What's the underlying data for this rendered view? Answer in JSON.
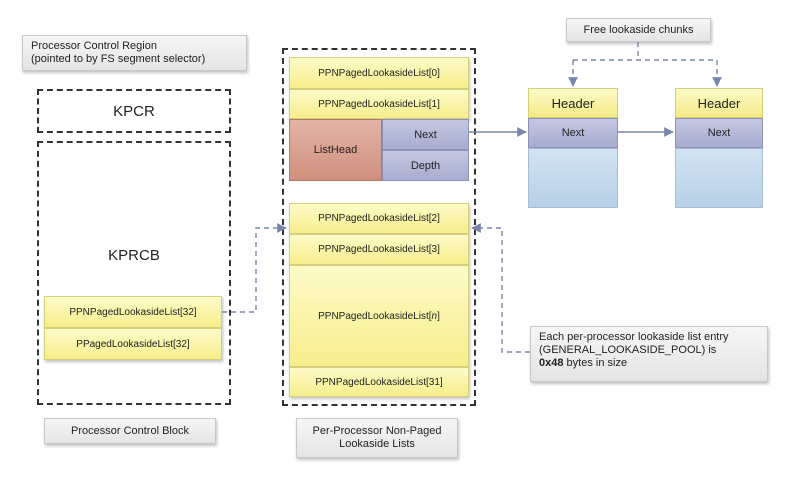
{
  "processor_control_region": {
    "line1": "Processor Control Region",
    "line2": "(pointed to by FS segment selector)"
  },
  "kpcr": {
    "label": "KPCR"
  },
  "kprcb": {
    "label": "KPRCB",
    "entries": [
      "PPNPagedLookasideList[32]",
      "PPagedLookasideList[32]"
    ]
  },
  "processor_control_block": {
    "label": "Processor Control Block"
  },
  "per_processor_lists": {
    "top_entries": [
      "PPNPagedLookasideList[0]",
      "PPNPagedLookasideList[1]"
    ],
    "list_head": {
      "label": "ListHead",
      "next": "Next",
      "depth": "Depth"
    },
    "bottom_entries": [
      "PPNPagedLookasideList[2]",
      "PPNPagedLookasideList[3]"
    ],
    "nth_entry_prefix": "PPNPagedLookasideList[",
    "nth_entry_index": "n",
    "nth_entry_suffix": "]",
    "last_entry": "PPNPagedLookasideList[31]",
    "caption_line1": "Per-Processor Non-Paged",
    "caption_line2": "Lookaside Lists"
  },
  "free_chunks": {
    "label": "Free lookaside chunks",
    "chunks": [
      {
        "header": "Header",
        "next": "Next"
      },
      {
        "header": "Header",
        "next": "Next"
      }
    ]
  },
  "note": {
    "line1": "Each per-processor lookaside list entry",
    "line2": "(GENERAL_LOOKASIDE_POOL) is",
    "size_value": "0x48",
    "size_suffix": " bytes in size"
  },
  "colors": {
    "yellow": "#f8f29e",
    "listhead_red": "#d99d8c",
    "next_purple": "#b3b8d6",
    "chunk_blue": "#c8dcee",
    "arrow": "#7a86a8"
  }
}
